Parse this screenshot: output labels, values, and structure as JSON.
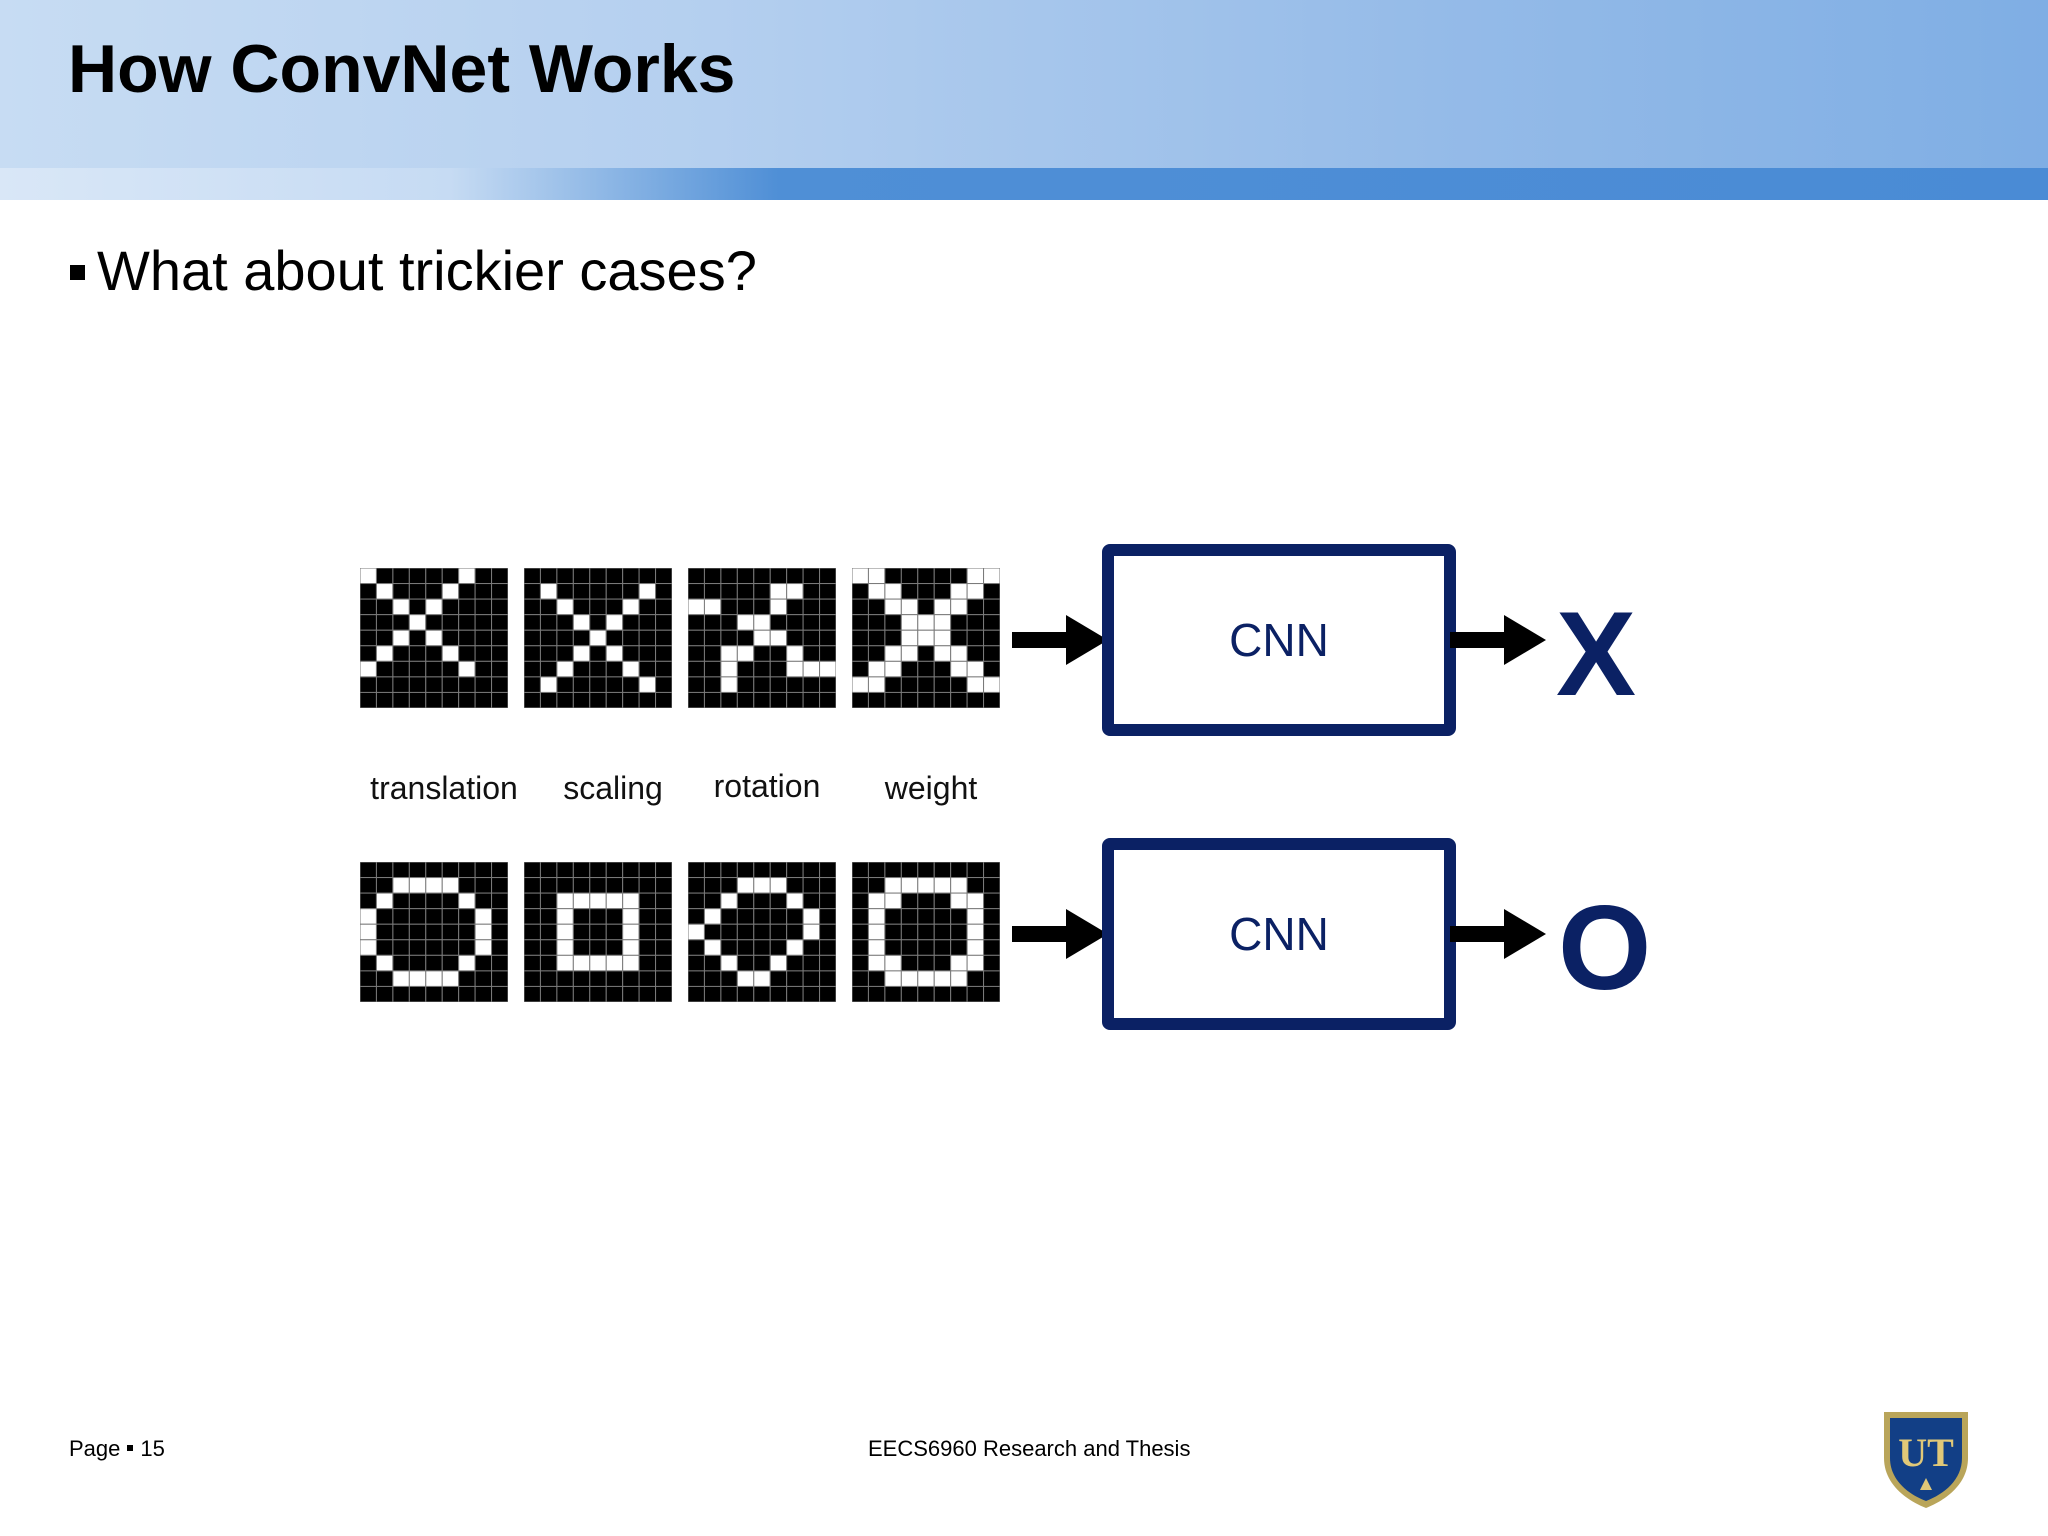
{
  "slide": {
    "title": "How ConvNet Works",
    "bullet": "What about trickier cases?"
  },
  "diagram": {
    "captions": [
      "translation",
      "scaling",
      "rotation",
      "weight"
    ],
    "rows": [
      {
        "cnn_label": "CNN",
        "result": "X"
      },
      {
        "cnn_label": "CNN",
        "result": "O"
      }
    ]
  },
  "footer": {
    "page_label": "Page",
    "page_number": "15",
    "course": "EECS6960 Research and Thesis",
    "logo_text": "UT"
  },
  "colors": {
    "accent_navy": "#0b2164",
    "header_light": "#c7dcf3",
    "header_stripe": "#4a8bd5"
  }
}
